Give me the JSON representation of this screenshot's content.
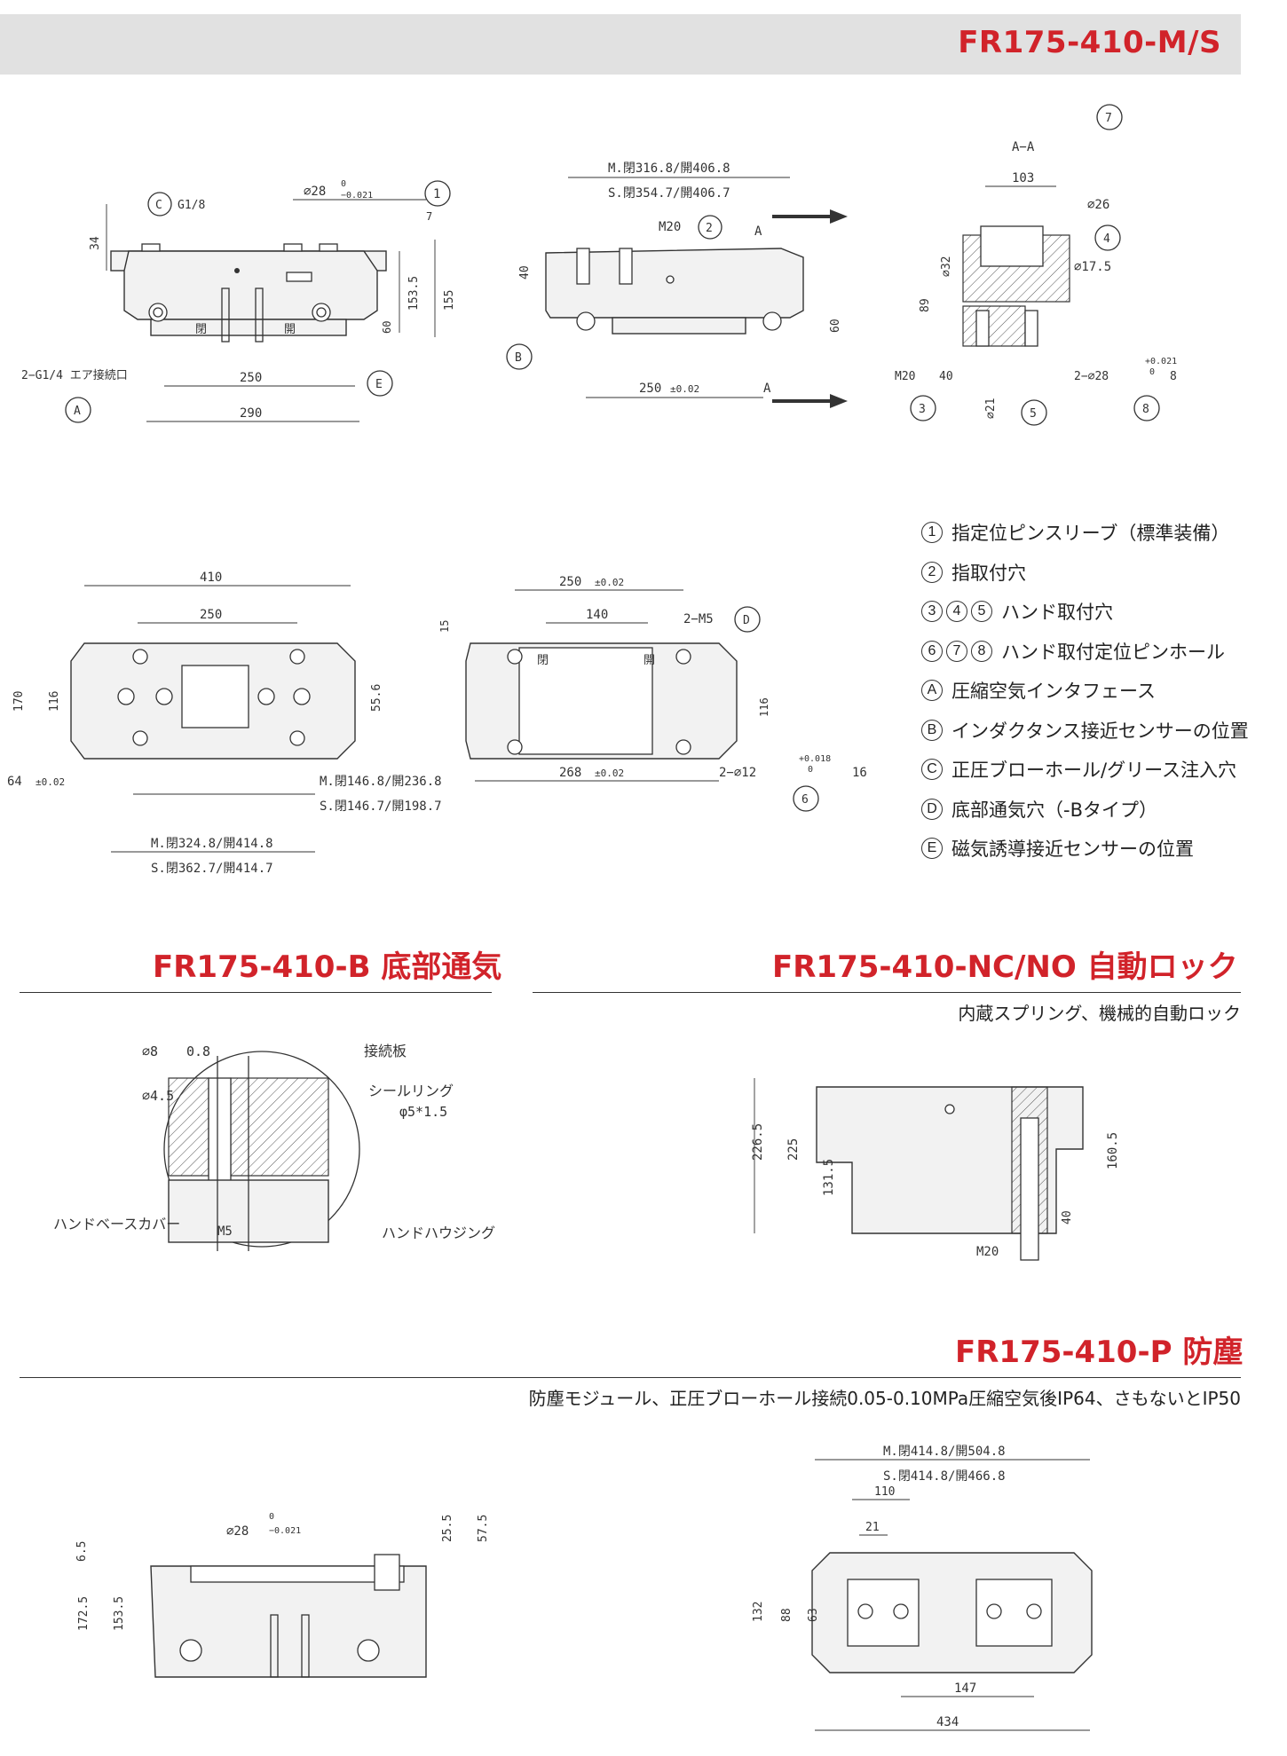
{
  "header": {
    "title": "FR175-410-M/S"
  },
  "drawing1": {
    "callouts": [
      "1",
      "C",
      "A",
      "E"
    ],
    "labels": {
      "g18": "G1/8",
      "phi28": "∅28",
      "tol_up": "0",
      "tol_dn": "−0.021",
      "d7": "7",
      "d34": "34",
      "d1535": "153.5",
      "d155": "155",
      "d60": "60",
      "d250": "250",
      "d290": "290",
      "air": "2−G1/4 エア接続口",
      "close": "閉",
      "open": "開"
    }
  },
  "drawing2": {
    "callouts": [
      "2",
      "B"
    ],
    "labels": {
      "m": "M.閉316.8/開406.8",
      "s": "S.閉354.7/開406.7",
      "m20": "M20",
      "A": "A",
      "d40": "40",
      "d60": "60",
      "d250": "250",
      "tol": "±0.02"
    }
  },
  "drawing3": {
    "callouts": [
      "7",
      "4",
      "3",
      "5",
      "8"
    ],
    "labels": {
      "aa": "A−A",
      "d103": "103",
      "phi26": "∅26",
      "phi32": "∅32",
      "phi175": "∅17.5",
      "d89": "89",
      "m20": "M20",
      "v40": "40",
      "phi21": "∅21",
      "hole": "2−∅28",
      "tup": "+0.021",
      "tdn": "0",
      "v8": "8"
    }
  },
  "drawing4": {
    "labels": {
      "d410": "410",
      "d250": "250",
      "d170": "170",
      "d116": "116",
      "d556": "55.6",
      "d64": "64",
      "tol": "±0.02",
      "m1": "M.閉146.8/開236.8",
      "s1": "S.閉146.7/開198.7",
      "m2": "M.閉324.8/開414.8",
      "s2": "S.閉362.7/開414.7"
    }
  },
  "drawing5": {
    "callouts": [
      "D",
      "6"
    ],
    "labels": {
      "d250": "250",
      "tol": "±0.02",
      "d140": "140",
      "m5": "2−M5",
      "d15": "15",
      "d116": "116",
      "d268": "268",
      "hole": "2−∅12",
      "tup": "+0.018",
      "tdn": "0",
      "v16": "16",
      "close": "閉",
      "open": "開"
    }
  },
  "legend": [
    {
      "nums": [
        "1"
      ],
      "text": "指定位ピンスリーブ（標準装備）"
    },
    {
      "nums": [
        "2"
      ],
      "text": "指取付穴"
    },
    {
      "nums": [
        "3",
        "4",
        "5"
      ],
      "text": "ハンド取付穴"
    },
    {
      "nums": [
        "6",
        "7",
        "8"
      ],
      "text": "ハンド取付定位ピンホール"
    },
    {
      "nums": [
        "A"
      ],
      "text": "圧縮空気インタフェース"
    },
    {
      "nums": [
        "B"
      ],
      "text": "インダクタンス接近センサーの位置"
    },
    {
      "nums": [
        "C"
      ],
      "text": "正圧ブローホール/グリース注入穴"
    },
    {
      "nums": [
        "D"
      ],
      "text": "底部通気穴（-Bタイプ）"
    },
    {
      "nums": [
        "E"
      ],
      "text": "磁気誘導接近センサーの位置"
    }
  ],
  "sectionB": {
    "title": "FR175-410-B 底部通気",
    "labels": {
      "phi8": "∅8",
      "v08": "0.8",
      "phi45": "∅4.5",
      "plate": "接続板",
      "seal": "シールリング",
      "seal_size": "φ5*1.5",
      "cover": "ハンドベースカバー",
      "m5": "M5",
      "housing": "ハンドハウジング"
    }
  },
  "sectionNC": {
    "title": "FR175-410-NC/NO 自動ロック",
    "subtitle": "内蔵スプリング、機械的自動ロック",
    "labels": {
      "d2265": "226.5",
      "d225": "225",
      "d1315": "131.5",
      "d1605": "160.5",
      "d40": "40",
      "m20": "M20"
    }
  },
  "sectionP": {
    "title": "FR175-410-P 防塵",
    "subtitle": "防塵モジュール、正圧ブローホール接続0.05-0.10MPa圧縮空気後IP64、さもないとIP50",
    "labels": {
      "d65": "6.5",
      "phi28": "∅28",
      "tup": "0",
      "tdn": "−0.021",
      "d255": "25.5",
      "d575": "57.5",
      "d1725": "172.5",
      "d1535": "153.5",
      "m": "M.閉414.8/開504.8",
      "s": "S.閉414.8/開466.8",
      "d110": "110",
      "d21": "21",
      "d132": "132",
      "d88": "88",
      "d63": "63",
      "d147": "147",
      "d434": "434"
    }
  }
}
